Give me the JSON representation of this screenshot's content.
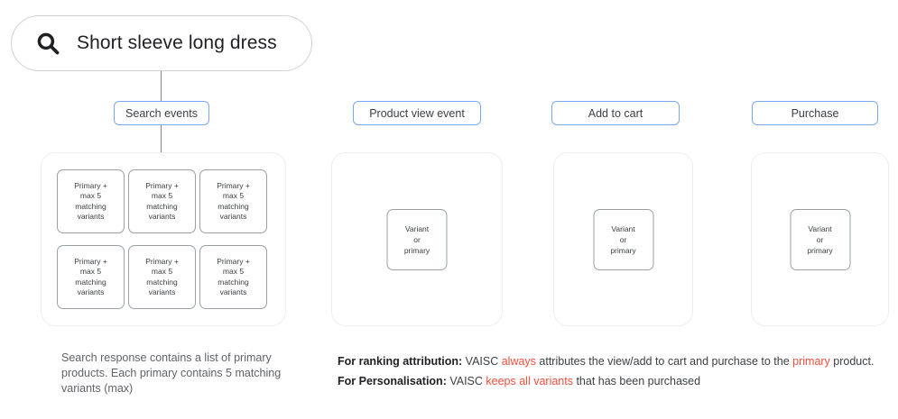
{
  "search": {
    "icon": "search-icon",
    "query": "Short sleeve long dress"
  },
  "badges": {
    "search_events": "Search events",
    "product_view_event": "Product view event",
    "add_to_cart": "Add to cart",
    "purchase": "Purchase"
  },
  "cards": {
    "primary_label": "Primary + max 5 matching variants",
    "primary_lines": [
      "Primary +",
      "max 5",
      "matching",
      "variants"
    ],
    "variant_label": "Variant or primary",
    "variant_lines": [
      "Variant",
      "or",
      "primary"
    ],
    "primary_count": 6
  },
  "captions": {
    "left": "Search response contains a list of primary products. Each primary contains 5 matching variants (max)"
  },
  "notes": [
    {
      "label": "For ranking attribution:",
      "parts": [
        {
          "text": " VAISC ",
          "highlight": false
        },
        {
          "text": "always",
          "highlight": true
        },
        {
          "text": " attributes the view/add to cart and purchase to the ",
          "highlight": false
        },
        {
          "text": "primary",
          "highlight": true
        },
        {
          "text": " product.",
          "highlight": false
        }
      ]
    },
    {
      "label": "For Personalisation:",
      "parts": [
        {
          "text": " VAISC ",
          "highlight": false
        },
        {
          "text": "keeps all variants",
          "highlight": true
        },
        {
          "text": " that has been purchased",
          "highlight": false
        }
      ]
    }
  ],
  "colors": {
    "badge_border": "#7aa7f5",
    "card_border": "#9aa0a6",
    "container_border": "#eceef0",
    "highlight_red": "#f4503c",
    "text": "#3c4043",
    "connector": "#80868b"
  }
}
